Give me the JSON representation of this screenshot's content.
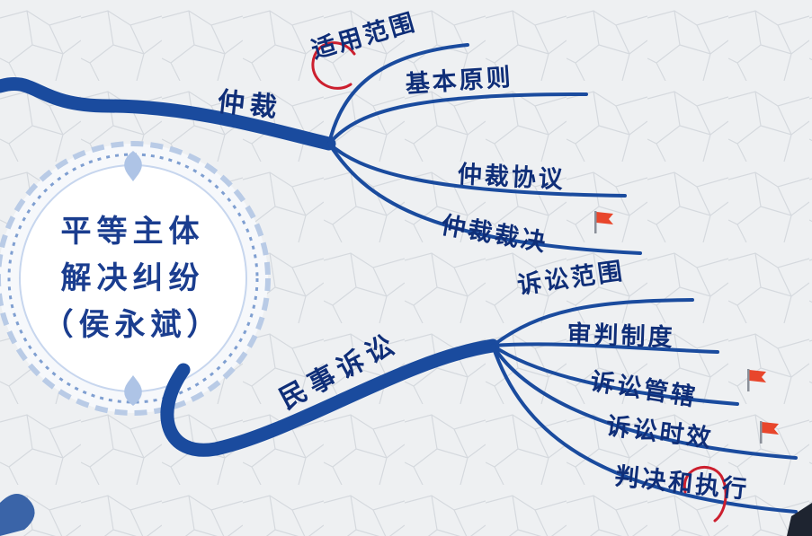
{
  "center": {
    "lines": [
      "平等主体",
      "解决纠纷",
      "（侯永斌）"
    ]
  },
  "branches": [
    {
      "label": "仲裁",
      "children": [
        "适用范围",
        "基本原则",
        "仲裁协议",
        "仲裁裁决"
      ],
      "flagged": [
        "仲裁裁决"
      ]
    },
    {
      "label": "民事诉讼",
      "children": [
        "诉讼范围",
        "审判制度",
        "诉讼管辖",
        "诉讼时效",
        "判决和执行"
      ],
      "flagged": [
        "诉讼管辖",
        "诉讼时效"
      ]
    }
  ],
  "colors": {
    "branch": "#1a4b9e",
    "text": "#0f2e78",
    "annotation": "#cc1f2e",
    "flag": "#e8462c"
  }
}
